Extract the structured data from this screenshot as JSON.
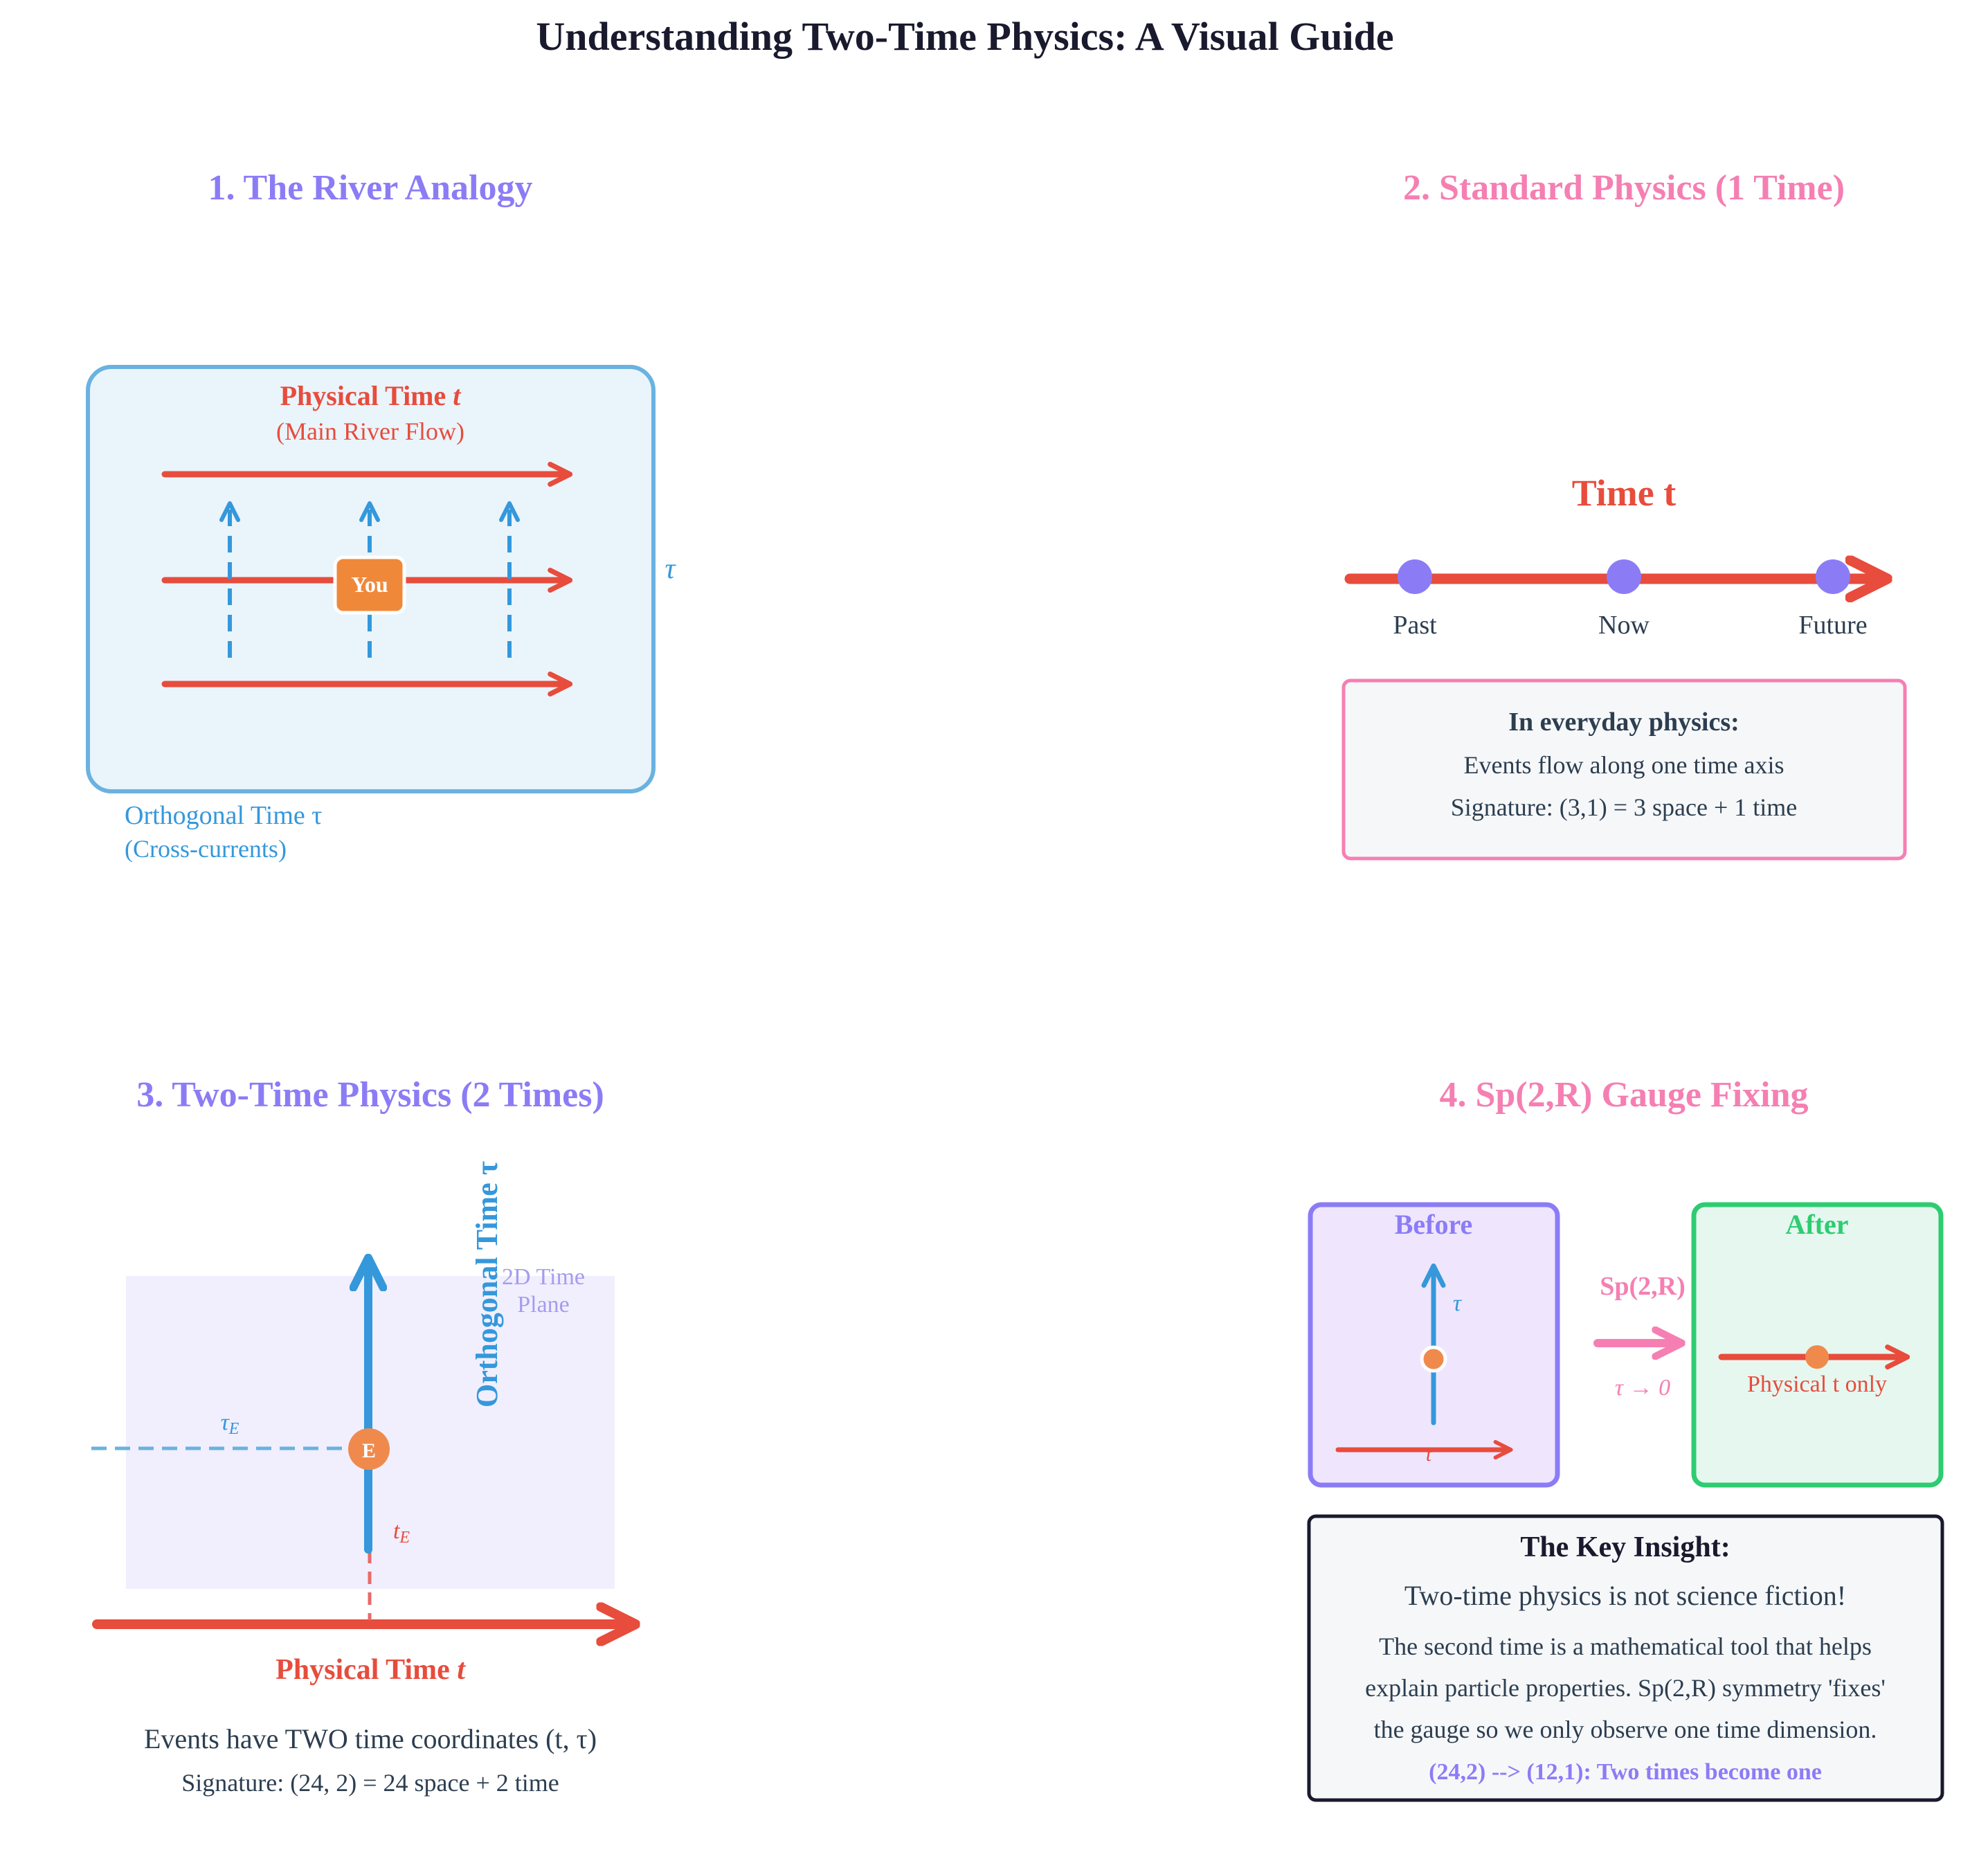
{
  "title": "Understanding Two-Time Physics: A Visual Guide",
  "colors": {
    "red": "#e74c3c",
    "blue": "#3498db",
    "purple": "#8b7cf6",
    "pink": "#f57fb2",
    "orange": "#f0883a",
    "green": "#2ecc71",
    "dark": "#1a1a2e",
    "text": "#2c3e50"
  },
  "panel1": {
    "heading": "1. The River Analogy",
    "physical_time_label": "Physical Time",
    "physical_time_symbol": "t",
    "main_flow": "(Main River Flow)",
    "you_label": "You",
    "tau_side": "τ",
    "orthogonal_label": "Orthogonal Time τ",
    "cross_currents": "(Cross-currents)"
  },
  "panel2": {
    "heading": "2. Standard Physics (1 Time)",
    "axis_label": "Time t",
    "points": [
      "Past",
      "Now",
      "Future"
    ],
    "box_title": "In everyday physics:",
    "box_line1": "Events flow along one time axis",
    "box_line2": "Signature: (3,1) = 3 space + 1 time"
  },
  "panel3": {
    "heading": "3. Two-Time Physics (2 Times)",
    "vertical_axis_label": "Orthogonal Time τ",
    "plane_line1": "2D Time",
    "plane_line2": "Plane",
    "tau_e": "τ",
    "tau_e_sub": "E",
    "t_e": "t",
    "t_e_sub": "E",
    "event_label": "E",
    "horizontal_axis_label": "Physical Time",
    "horizontal_axis_symbol": "t",
    "caption1": "Events have TWO time coordinates (t, τ)",
    "caption2": "Signature: (24, 2) = 24 space + 2 time"
  },
  "panel4": {
    "heading": "4. Sp(2,R) Gauge Fixing",
    "before_label": "Before",
    "before_tau": "τ",
    "before_t": "t",
    "transform_label": "Sp(2,R)",
    "transform_limit": "τ → 0",
    "after_label": "After",
    "after_caption": "Physical t only",
    "insight_title": "The Key Insight:",
    "insight_line1": "Two-time physics is not science fiction!",
    "insight_line2": "The second time is a mathematical tool that helps",
    "insight_line3": "explain particle properties. Sp(2,R) symmetry 'fixes'",
    "insight_line4": "the gauge so we only observe one time dimension.",
    "insight_summary": "(24,2) --> (12,1): Two times become one"
  }
}
